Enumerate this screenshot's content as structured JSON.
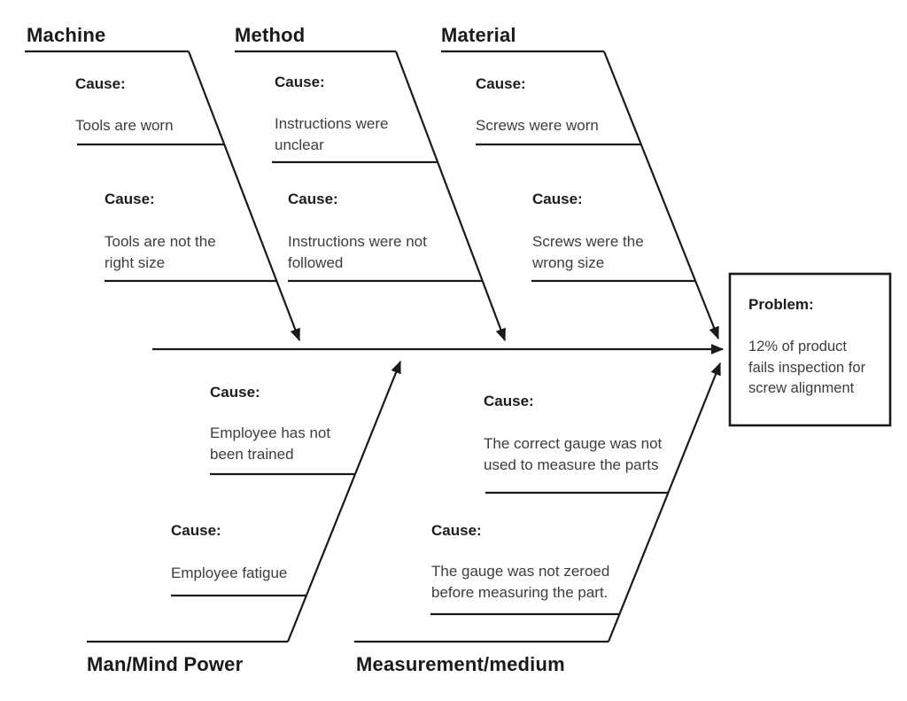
{
  "diagram_type": "fishbone-cause-effect",
  "colors": {
    "background": "#ffffff",
    "line": "#1a1a1a",
    "text_primary": "#1c1c1c",
    "text_secondary": "#3d3d3d"
  },
  "categories": [
    {
      "name": "Machine",
      "position": "top",
      "causes": [
        {
          "label": "Cause:",
          "text": "Tools are worn"
        },
        {
          "label": "Cause:",
          "text": "Tools are not the\nright size"
        }
      ]
    },
    {
      "name": "Method",
      "position": "top",
      "causes": [
        {
          "label": "Cause:",
          "text": "Instructions were\nunclear"
        },
        {
          "label": "Cause:",
          "text": "Instructions were not\nfollowed"
        }
      ]
    },
    {
      "name": "Material",
      "position": "top",
      "causes": [
        {
          "label": "Cause:",
          "text": "Screws were worn"
        },
        {
          "label": "Cause:",
          "text": "Screws were the\nwrong size"
        }
      ]
    },
    {
      "name": "Man/Mind Power",
      "position": "bottom",
      "causes": [
        {
          "label": "Cause:",
          "text": "Employee has not\nbeen trained"
        },
        {
          "label": "Cause:",
          "text": "Employee fatigue"
        }
      ]
    },
    {
      "name": "Measurement/medium",
      "position": "bottom",
      "causes": [
        {
          "label": "Cause:",
          "text": "The correct gauge was not\nused to measure the parts"
        },
        {
          "label": "Cause:",
          "text": "The gauge was not zeroed\nbefore measuring the part."
        }
      ]
    }
  ],
  "problem": {
    "label": "Problem:",
    "text": "12% of product\nfails inspection for\nscrew alignment"
  }
}
